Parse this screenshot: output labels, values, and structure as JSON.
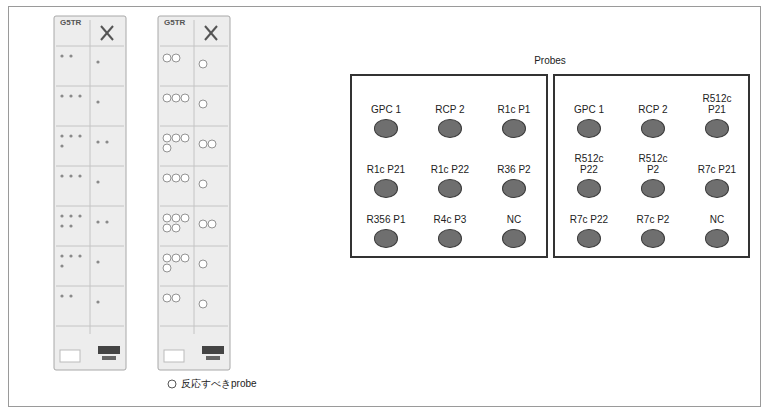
{
  "diagram": {
    "title": "Probes",
    "nodes": [
      {
        "text": []
      },
      {
        "text": [
          "GPC 1"
        ],
        "in": 0
      },
      {
        "text": [
          "RCP 2"
        ],
        "in": 0
      },
      {
        "text": [
          "R1c P1"
        ],
        "in": 0
      },
      {
        "text": [
          "R1c P21"
        ],
        "in": 0
      },
      {
        "text": [
          "R1c P22"
        ],
        "in": 0
      },
      {
        "text": [
          "R36 P2"
        ],
        "in": 0
      },
      {
        "text": [
          "R356 P1"
        ],
        "in": 0
      },
      {
        "text": [
          "R4c P3"
        ],
        "in": 0
      },
      {
        "text": [
          "NC"
        ],
        "in": 0
      },
      {
        "text": []
      },
      {
        "text": [
          "GPC 1"
        ],
        "in": 10
      },
      {
        "text": [
          "RCP 2"
        ],
        "in": 10
      },
      {
        "text": [
          "R512c P21"
        ],
        "in": 10
      },
      {
        "text": [
          "R512c P22"
        ],
        "in": 10
      },
      {
        "text": [
          "R512c P2"
        ],
        "in": 10
      },
      {
        "text": [
          "R7c P21"
        ],
        "in": 10
      },
      {
        "text": [
          "R7c P22"
        ],
        "in": 10
      },
      {
        "text": [
          "R7c P2"
        ],
        "in": 10
      },
      {
        "text": [
          "NC"
        ],
        "in": 10
      }
    ],
    "labels": [
      "G5TR",
      "G5TR"
    ],
    "legend": [
      {
        "text": "反応すべきprobe"
      }
    ]
  }
}
